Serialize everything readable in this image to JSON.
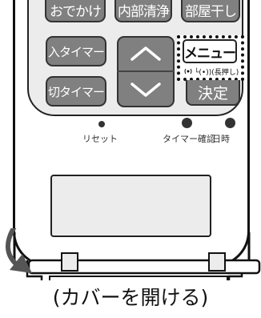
{
  "top_buttons": [
    {
      "label": "おでかけ"
    },
    {
      "label": "内部清浄"
    },
    {
      "label": "部屋干し"
    }
  ],
  "timer_buttons": {
    "on_timer": "入タイマー",
    "off_timer": "切タイマー"
  },
  "menu_button": {
    "label": "メニュー",
    "sublabel": "└(•))(長押し)"
  },
  "confirm_button": {
    "label": "決定"
  },
  "indicators": {
    "reset": "リセット",
    "timer_check": "タイマー確認",
    "datetime": "日時"
  },
  "caption": "(カバーを開ける)",
  "colors": {
    "button_gray": "#808080",
    "panel": "#ececec",
    "outline": "#111111",
    "arrow": "#555555"
  },
  "icons": [
    "arrow-up-icon",
    "arrow-down-icon",
    "curved-arrow-open-icon",
    "signal-icon"
  ]
}
